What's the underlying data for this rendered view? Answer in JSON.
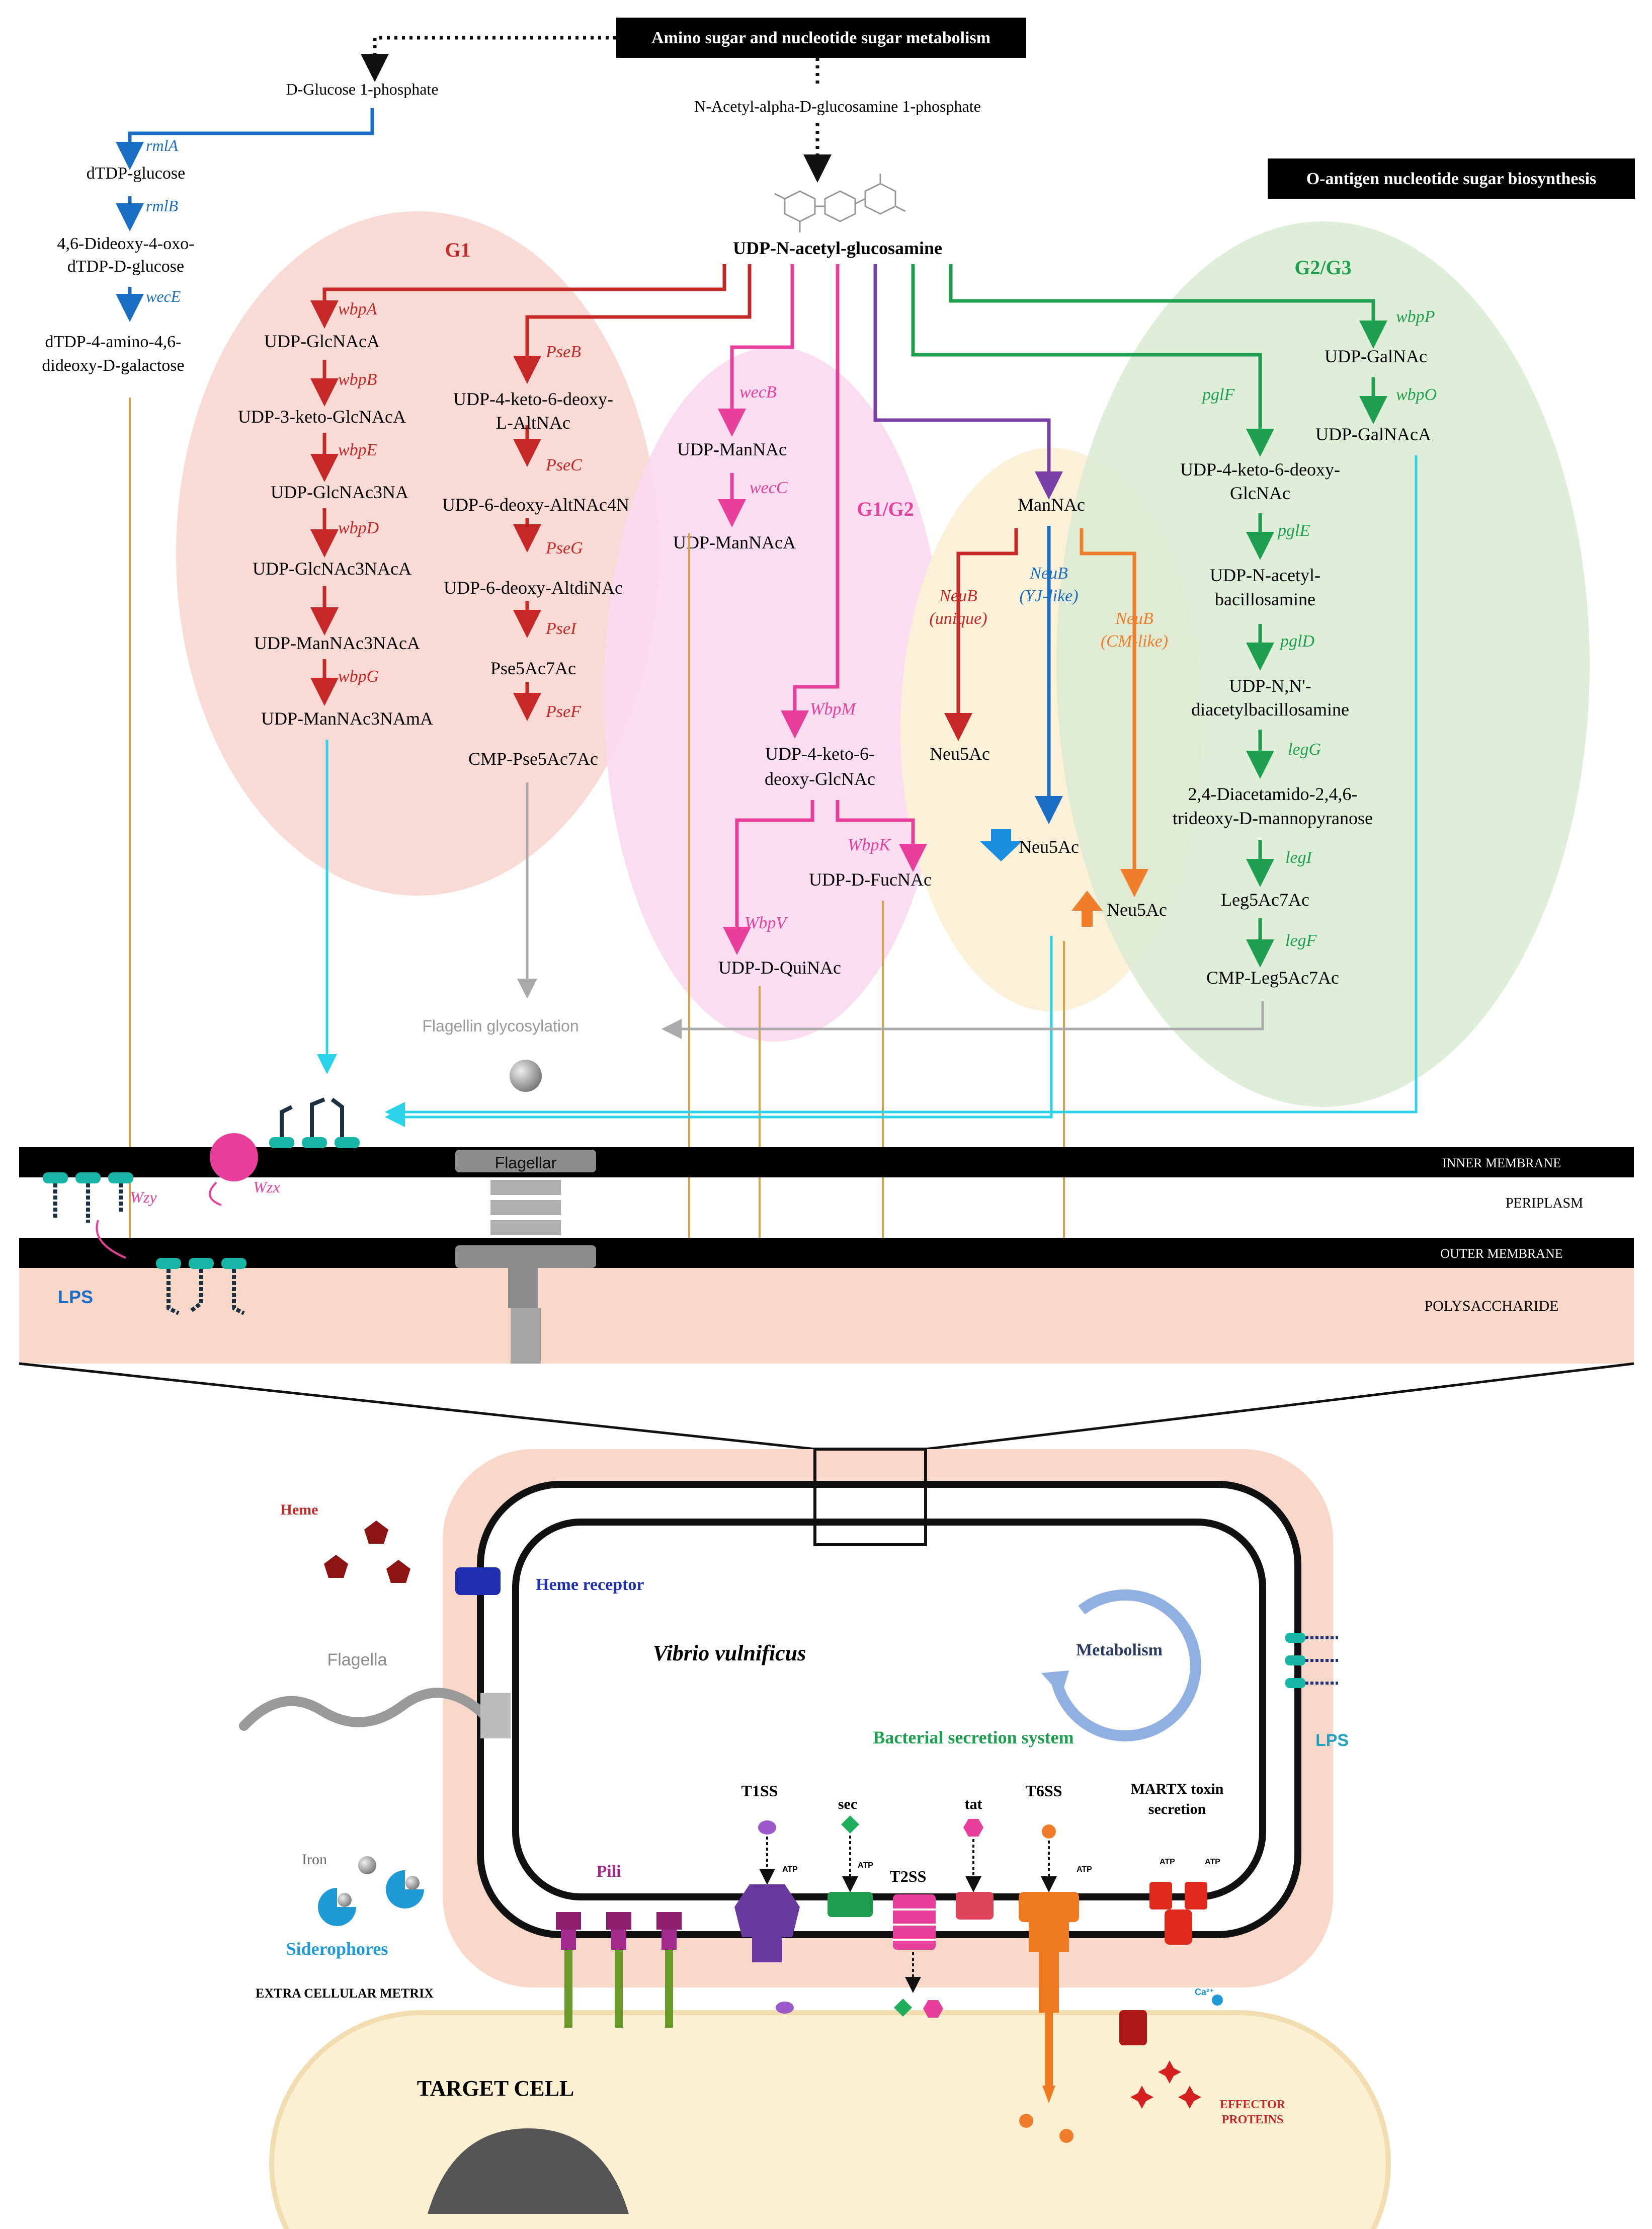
{
  "headers": {
    "amino_sugar": "Amino sugar and nucleotide sugar metabolism",
    "o_antigen": "O-antigen nucleotide sugar biosynthesis"
  },
  "precursors": {
    "glucose1p": "D-Glucose 1-phosphate",
    "nacetyl": "N-Acetyl-alpha-D-glucosamine 1-phosphate",
    "udp_glcnac": "UDP-N-acetyl-glucosamine"
  },
  "dtdp": {
    "genes": [
      "rmlA",
      "rmlB",
      "wecE"
    ],
    "compounds": [
      "dTDP-glucose",
      "4,6-Dideoxy-4-oxo-",
      "dTDP-D-glucose",
      "dTDP-4-amino-4,6-",
      "dideoxy-D-galactose"
    ]
  },
  "groups": {
    "g1": "G1",
    "g1g2": "G1/G2",
    "g2g3": "G2/G3"
  },
  "g1_wbp": {
    "genes": [
      "wbpA",
      "wbpB",
      "wbpE",
      "wbpD",
      "wbpG"
    ],
    "compounds": [
      "UDP-GlcNAcA",
      "UDP-3-keto-GlcNAcA",
      "UDP-GlcNAc3NA",
      "UDP-GlcNAc3NAcA",
      "UDP-ManNAc3NAcA",
      "UDP-ManNAc3NAmA"
    ]
  },
  "g1_pse": {
    "genes": [
      "PseB",
      "PseC",
      "PseG",
      "PseI",
      "PseF"
    ],
    "compounds": [
      "UDP-4-keto-6-deoxy-",
      "L-AltNAc",
      "UDP-6-deoxy-AltNAc4N",
      "UDP-6-deoxy-AltdiNAc",
      "Pse5Ac7Ac",
      "CMP-Pse5Ac7Ac"
    ]
  },
  "wec": {
    "genes": [
      "wecB",
      "wecC"
    ],
    "compounds": [
      "UDP-ManNAc",
      "UDP-ManNAcA"
    ]
  },
  "wbpm": {
    "genes": [
      "WbpM",
      "WbpK",
      "WbpV"
    ],
    "compounds": [
      "UDP-4-keto-6-",
      "deoxy-GlcNAc",
      "UDP-D-FucNAc",
      "UDP-D-QuiNAc"
    ]
  },
  "neu": {
    "mannac": "ManNAc",
    "genes": [
      "NeuB",
      "(unique)",
      "NeuB",
      "(YJ-like)",
      "NeuB",
      "(CM-like)"
    ],
    "products": [
      "Neu5Ac",
      "Neu5Ac",
      "Neu5Ac"
    ]
  },
  "wbpp": {
    "genes": [
      "wbpP",
      "wbpO"
    ],
    "compounds": [
      "UDP-GalNAc",
      "UDP-GalNAcA"
    ]
  },
  "leg": {
    "genes": [
      "pglF",
      "pglE",
      "pglD",
      "legG",
      "legI",
      "legF"
    ],
    "compounds": [
      "UDP-4-keto-6-deoxy-",
      "GlcNAc",
      "UDP-N-acetyl-",
      "bacillosamine",
      "UDP-N,N'-",
      "diacetylbacillosamine",
      "2,4-Diacetamido-2,4,6-",
      "trideoxy-D-mannopyranose",
      "Leg5Ac7Ac",
      "CMP-Leg5Ac7Ac"
    ]
  },
  "flagellin": "Flagellin glycosylation",
  "membrane": {
    "inner": "INNER MEMBRANE",
    "periplasm": "PERIPLASM",
    "outer": "OUTER MEMBRANE",
    "polysaccharide": "POLYSACCHARIDE",
    "flagellar": "Flagellar",
    "wzy": "Wzy",
    "wzx": "Wzx",
    "lps": "LPS"
  },
  "cell": {
    "heme": "Heme",
    "heme_receptor": "Heme receptor",
    "flagella": "Flagella",
    "species": "Vibrio vulnificus",
    "metabolism": "Metabolism",
    "lps": "LPS",
    "secretion": "Bacterial secretion system",
    "iron": "Iron",
    "siderophores": "Siderophores",
    "ecm": "EXTRA CELLULAR METRIX",
    "pili": "Pili",
    "t1ss": "T1SS",
    "sec": "sec",
    "tat": "tat",
    "t2ss": "T2SS",
    "t6ss": "T6SS",
    "martx": [
      "MARTX toxin",
      "secretion"
    ],
    "atp": "ATP",
    "ca": "Ca²⁺",
    "target": "TARGET CELL",
    "effector": [
      "EFFECTOR",
      "PROTEINS"
    ]
  },
  "colors": {
    "blue": "#1a6fc4",
    "red": "#c62828",
    "pink": "#e8409a",
    "purple": "#7b3fa8",
    "green": "#1e9e4f",
    "orange": "#ef7d2a",
    "cyan": "#2ad3e8",
    "brown": "#d9a04a",
    "g1_bg": "#f8d4cc",
    "g1g2_bg": "#f9d9ee",
    "neu_bg": "#fbf0d6",
    "g2g3_bg": "#d9ebd2",
    "cell_bg": "#f9d8ca",
    "target_bg": "#fbf1d2"
  },
  "icons": [
    "sugar-molecule-icon",
    "down-arrow-icon",
    "up-arrow-icon",
    "glycosyl-ball-icon",
    "pentagon-heme-icon",
    "siderophore-icon",
    "metabolism-cycle-icon"
  ]
}
